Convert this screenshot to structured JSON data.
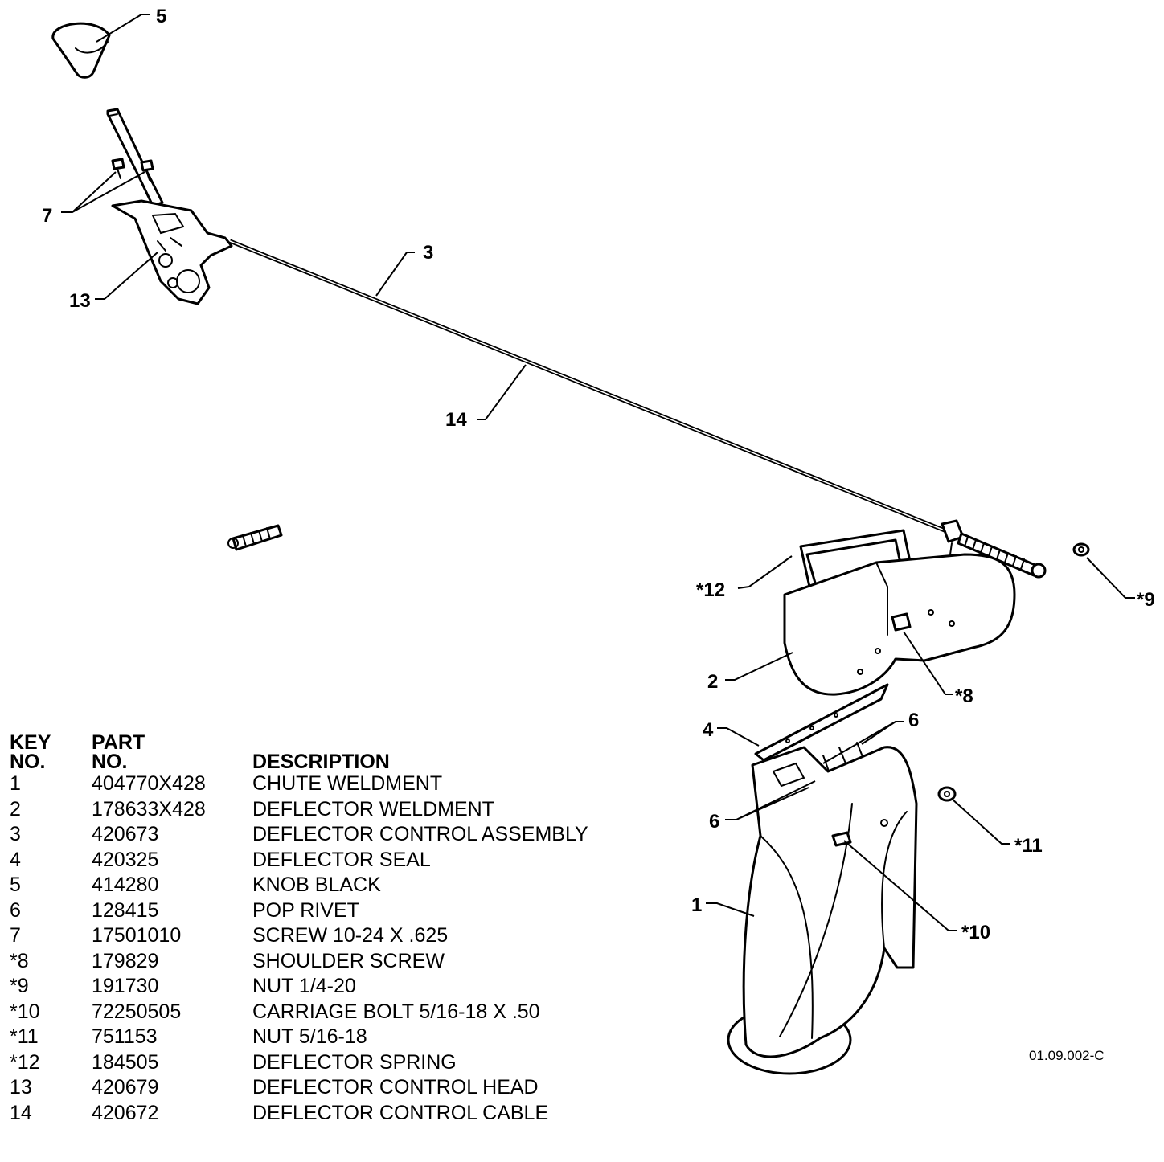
{
  "diagram": {
    "callouts": {
      "k5": "5",
      "k7": "7",
      "k13": "13",
      "k3": "3",
      "k14": "14",
      "k12": "*12",
      "k9": "*9",
      "k2": "2",
      "k8": "*8",
      "k4": "4",
      "k6a": "6",
      "k6b": "6",
      "k11": "*11",
      "k1": "1",
      "k10": "*10"
    },
    "reference_code": "01.09.002-C"
  },
  "parts_table": {
    "header": {
      "key_line1": "KEY",
      "key_line2": "NO.",
      "part_line1": "PART",
      "part_line2": "NO.",
      "description": "DESCRIPTION"
    },
    "rows": [
      {
        "key": "1",
        "part": "404770X428",
        "description": "CHUTE WELDMENT"
      },
      {
        "key": "2",
        "part": "178633X428",
        "description": "DEFLECTOR WELDMENT"
      },
      {
        "key": "3",
        "part": "420673",
        "description": "DEFLECTOR CONTROL ASSEMBLY"
      },
      {
        "key": "4",
        "part": "420325",
        "description": "DEFLECTOR SEAL"
      },
      {
        "key": "5",
        "part": "414280",
        "description": "KNOB BLACK"
      },
      {
        "key": "6",
        "part": "128415",
        "description": "POP RIVET"
      },
      {
        "key": "7",
        "part": "17501010",
        "description": "SCREW 10-24 X .625"
      },
      {
        "key": "*8",
        "part": "179829",
        "description": "SHOULDER SCREW"
      },
      {
        "key": "*9",
        "part": "191730",
        "description": "NUT 1/4-20"
      },
      {
        "key": "*10",
        "part": "72250505",
        "description": "CARRIAGE BOLT 5/16-18 X .50"
      },
      {
        "key": "*11",
        "part": "751153",
        "description": "NUT 5/16-18"
      },
      {
        "key": "*12",
        "part": "184505",
        "description": "DEFLECTOR SPRING"
      },
      {
        "key": "13",
        "part": "420679",
        "description": "DEFLECTOR CONTROL HEAD"
      },
      {
        "key": "14",
        "part": "420672",
        "description": "DEFLECTOR CONTROL CABLE"
      }
    ]
  }
}
